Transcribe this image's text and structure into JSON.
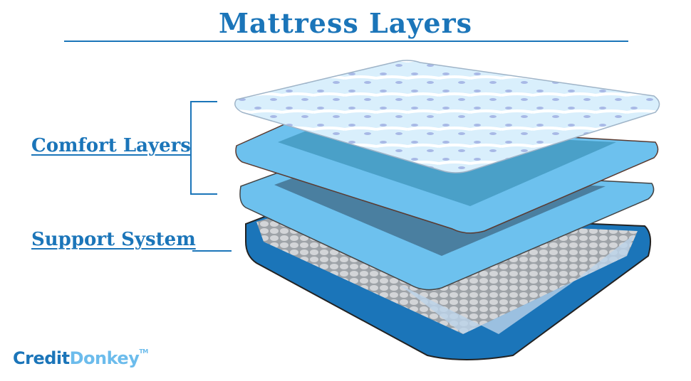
{
  "title": "Mattress Layers",
  "labels": {
    "comfort": "Comfort Layers",
    "support": "Support System"
  },
  "logo": {
    "part1": "Credit",
    "part2": "Donkey",
    "tm": "TM"
  },
  "colors": {
    "accent": "#1b75b9",
    "light_accent": "#6cbcec",
    "base": "#1b75b9",
    "foam": "#6dc1ee",
    "foam_inner": "#4aa0c8",
    "top_layer": "#dff2fd",
    "coils": "#c7c9cc"
  }
}
